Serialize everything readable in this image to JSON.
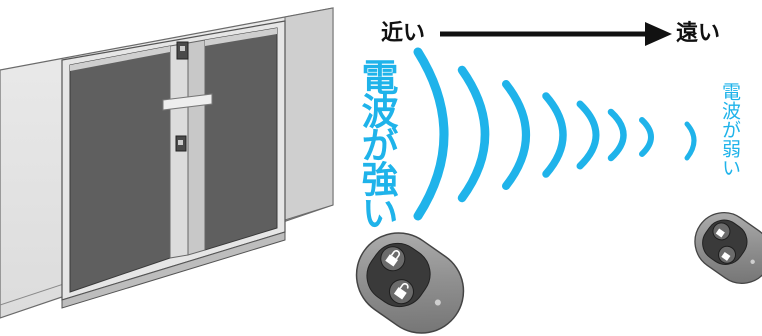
{
  "labels": {
    "near": "近い",
    "far": "遠い",
    "strong_signal": "電波が強い",
    "weak_signal": "電波が弱い"
  },
  "colors": {
    "signal_wave": "#1fb3ea",
    "arrow": "#111111",
    "door_panel": "#5f5f5f",
    "door_frame": "#d2d2d2",
    "wall": "#e4e4e4",
    "remote_body": "#8c8c8c"
  },
  "signal_waves": {
    "count": 8
  },
  "icons": [
    "lock-icon",
    "unlock-icon",
    "remote-control-icon",
    "double-door-icon"
  ]
}
